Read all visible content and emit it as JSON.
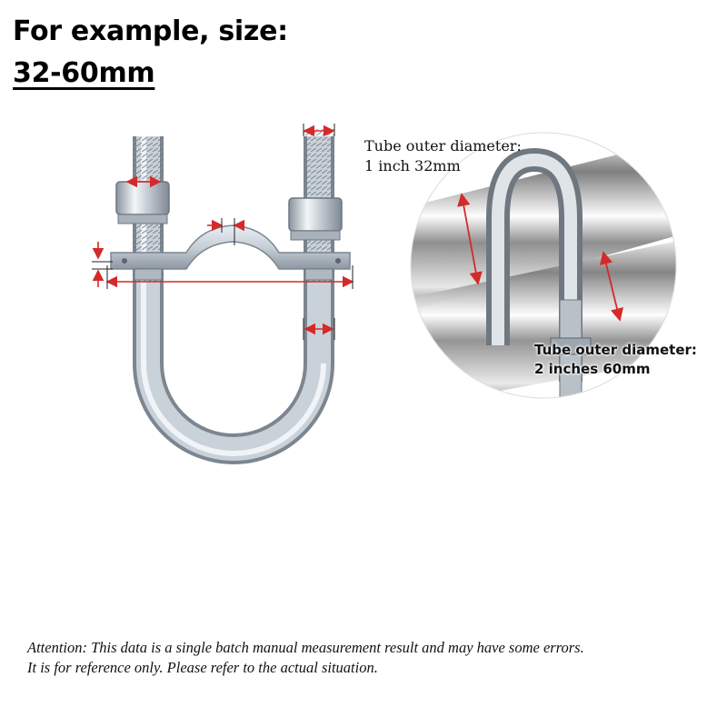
{
  "heading": {
    "line1": "For example, size:",
    "line2": "32-60mm"
  },
  "labels": {
    "small_tube": {
      "line1": "Tube outer diameter:",
      "line2": "1 inch 32mm"
    },
    "large_tube": {
      "line1": "Tube outer diameter:",
      "line2": "2 inches 60mm"
    }
  },
  "note": {
    "line1": "Attention: This data is a single batch manual measurement result and may have some errors.",
    "line2": "It is for reference only. Please refer to the actual situation."
  },
  "colors": {
    "dimension_arrow": "#d42a2a",
    "metal": "#b9c2cc",
    "background": "#ffffff"
  },
  "images": [
    "u-bolt-product-icon",
    "pipe-clamp-installed-icon"
  ]
}
